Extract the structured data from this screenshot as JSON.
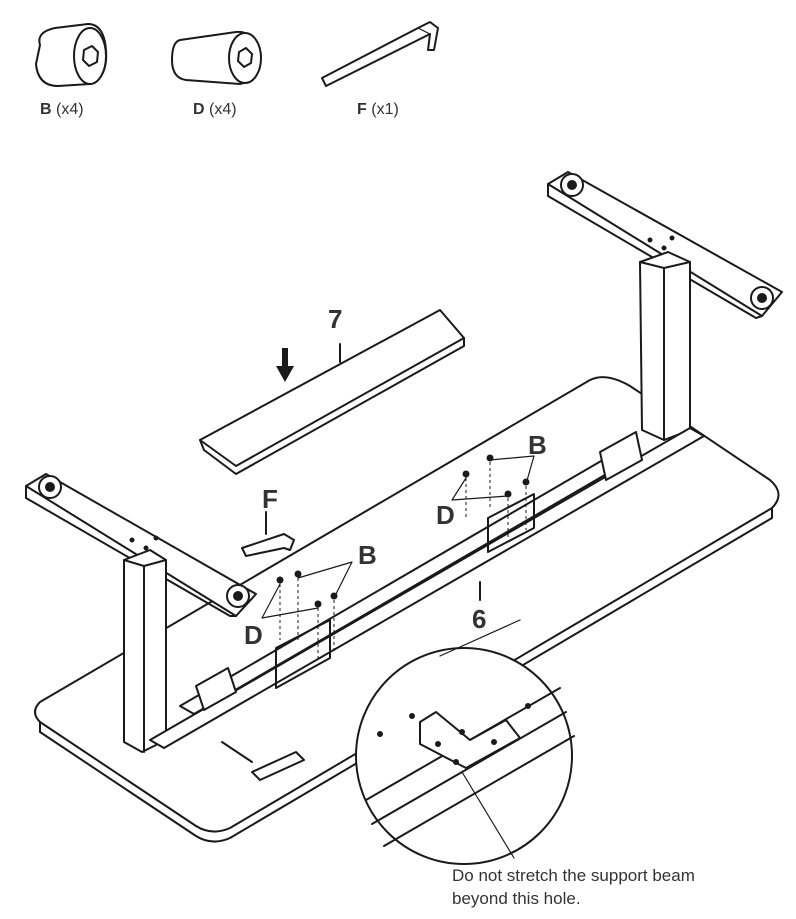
{
  "parts": [
    {
      "id": "B",
      "qty": "(x4)"
    },
    {
      "id": "D",
      "qty": "(x4)"
    },
    {
      "id": "F",
      "qty": "(x1)"
    }
  ],
  "callouts": {
    "beam_number": "7",
    "frame_number": "6",
    "wrench": "F",
    "left_B": "B",
    "left_D": "D",
    "right_B": "B",
    "right_D": "D"
  },
  "note_lines": [
    "Do not stretch the support beam",
    "beyond this hole."
  ]
}
